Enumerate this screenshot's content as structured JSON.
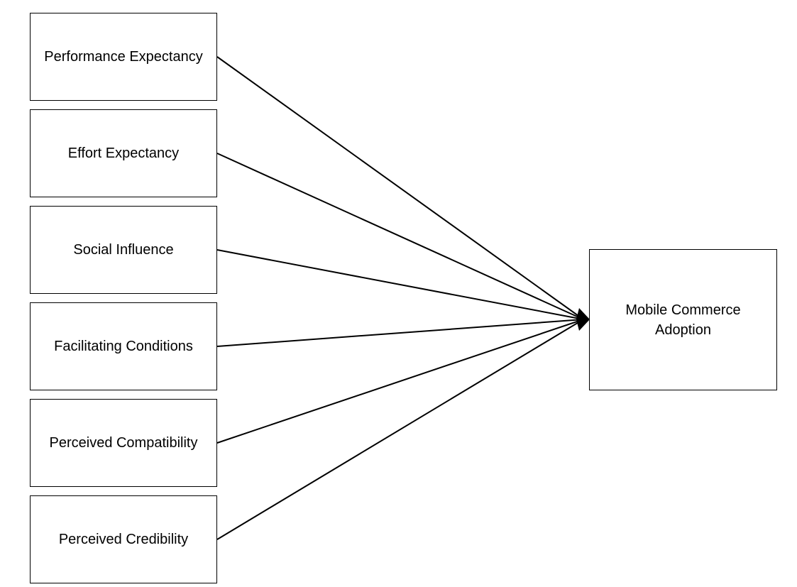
{
  "diagram": {
    "predictors": [
      {
        "label": "Performance Expectancy"
      },
      {
        "label": "Effort Expectancy"
      },
      {
        "label": "Social Influence"
      },
      {
        "label": "Facilitating Conditions"
      },
      {
        "label": "Perceived Compatibility"
      },
      {
        "label": "Perceived Credibility"
      }
    ],
    "outcome": {
      "label": "Mobile Commerce\nAdoption"
    },
    "colors": {
      "line": "#000000",
      "box_border": "#000000",
      "background": "#ffffff"
    }
  }
}
